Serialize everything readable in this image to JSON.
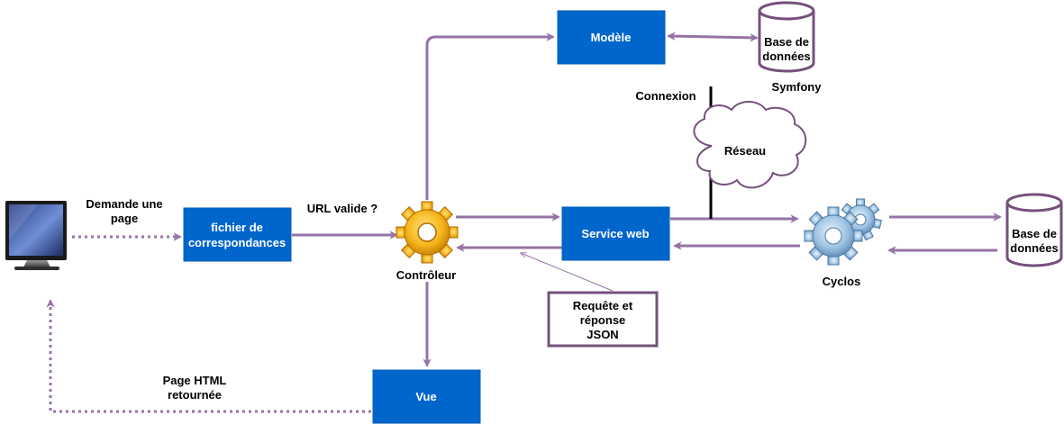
{
  "colors": {
    "box_fill": "#0066cc",
    "box_stroke": "#005eb8",
    "arrow": "#9673a6",
    "db_stroke": "#76507c",
    "note_stroke": "#76507c",
    "cloud_stroke": "#76507c",
    "connexion_line": "#000000",
    "box_text": "#ffffff",
    "text": "#000000"
  },
  "boxes": {
    "fichier": [
      "fichier de",
      "correspondances"
    ],
    "modele": "Modèle",
    "service": "Service web",
    "vue": "Vue"
  },
  "databases": {
    "symfony": [
      "Base de",
      "données"
    ],
    "cyclos": [
      "Base de",
      "données"
    ]
  },
  "labels": {
    "demande": [
      "Demande une",
      "page"
    ],
    "url": "URL valide ?",
    "controleur": "Contrôleur",
    "symfony": "Symfony",
    "connexion": "Connexion",
    "reseau": "Réseau",
    "cyclos": "Cyclos",
    "requete": [
      "Requête et",
      "réponse",
      "JSON"
    ],
    "page_html": [
      "Page HTML",
      "retournée"
    ]
  },
  "icons": {
    "monitor": "computer-monitor-icon",
    "controleur": "gear-icon",
    "cyclos": "gears-icon",
    "reseau": "cloud-shape"
  }
}
